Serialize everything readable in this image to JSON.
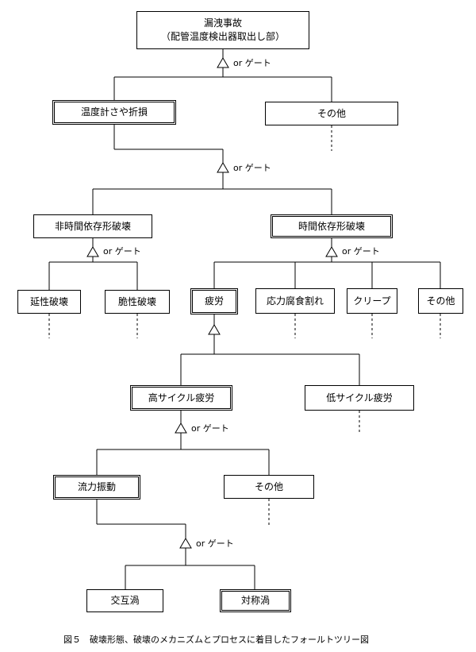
{
  "nodes": {
    "top": {
      "line1": "漏洩事故",
      "line2": "（配管温度検出器取出し部）"
    },
    "temp_sleeve_break": "温度計さや折損",
    "other_1": "その他",
    "time_independent": "非時間依存形破壊",
    "time_dependent": "時間依存形破壊",
    "ductile": "延性破壊",
    "brittle": "脆性破壊",
    "fatigue": "疲労",
    "scc": "応力腐食割れ",
    "creep": "クリープ",
    "other_2": "その他",
    "high_cycle": "高サイクル疲労",
    "low_cycle": "低サイクル疲労",
    "flow_vibration": "流力振動",
    "other_3": "その他",
    "alternating_vortex": "交互渦",
    "symmetric_vortex": "対称渦"
  },
  "gate_label": "or ゲート",
  "caption": "図５　破壊形態、破壊のメカニズムとプロセスに着目したフォールトツリー図"
}
